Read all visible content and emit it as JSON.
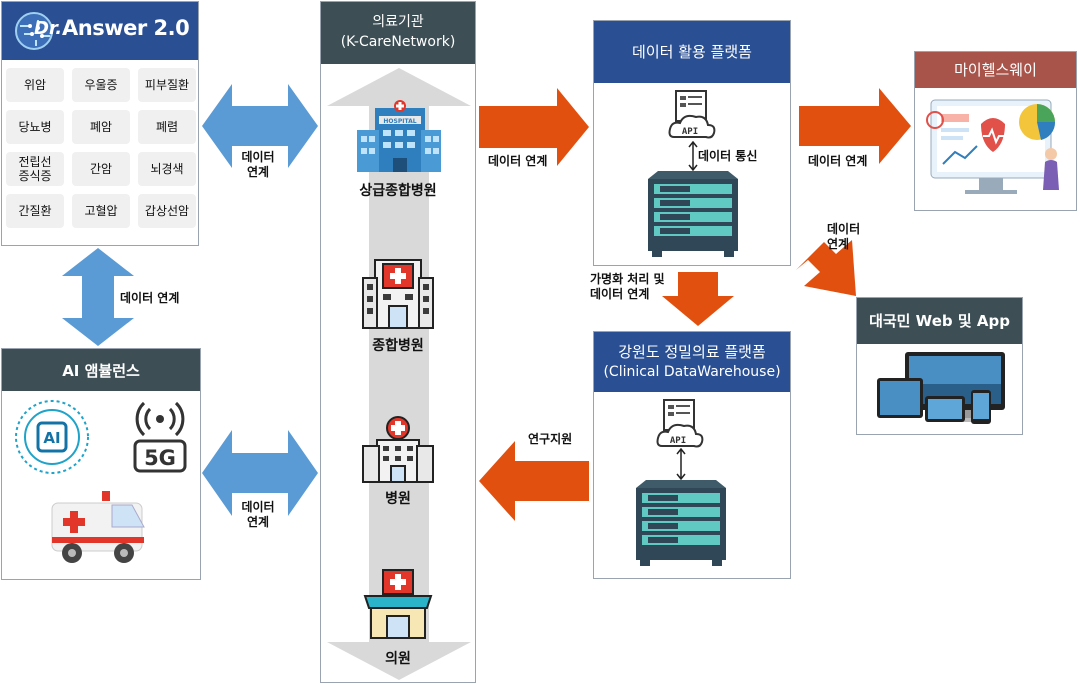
{
  "dr_answer": {
    "logo_prefix": "Dr.",
    "logo_name": "Answer 2.0",
    "diseases": [
      [
        "위암",
        "우울증",
        "피부질환"
      ],
      [
        "당뇨병",
        "폐암",
        "폐렴"
      ],
      [
        "전립선\n증식증",
        "간암",
        "뇌경색"
      ],
      [
        "간질환",
        "고혈압",
        "갑상선암"
      ]
    ]
  },
  "ai_ambulance": {
    "title": "AI 앰뷸런스",
    "badge_5g": "5G",
    "ai_chip": "AI"
  },
  "institutions": {
    "title_line1": "의료기관",
    "title_line2": "(K-CareNetwork)",
    "items": [
      "상급종합병원",
      "종합병원",
      "병원",
      "의원"
    ],
    "hospital_sign": "HOSPITAL"
  },
  "platforms": {
    "data_platform": {
      "title": "데이터 활용 플랫폼",
      "api": "API",
      "comm_label": "데이터 통신"
    },
    "cdw_platform": {
      "title_line1": "강원도 정밀의료 플랫폼",
      "title_line2": "(Clinical DataWarehouse)",
      "api": "API"
    },
    "my_health": {
      "title": "마이헬스웨이"
    },
    "public_web": {
      "title": "대국민 Web 및 App"
    }
  },
  "connections": {
    "dr_to_inst_line1": "데이터",
    "dr_to_inst_line2": "연계",
    "dr_to_ai": "데이터 연계",
    "ai_to_inst_line1": "데이터",
    "ai_to_inst_line2": "연계",
    "inst_to_data": "데이터 연계",
    "data_to_myhealth": "데이터 연계",
    "data_to_public_line1": "데이터",
    "data_to_public_line2": "연계",
    "data_to_cdw_line1": "가명화 처리 및",
    "data_to_cdw_line2": "데이터 연계",
    "cdw_to_inst": "연구지원"
  },
  "colors": {
    "navy": "#2a4f93",
    "slate": "#3d4f55",
    "blue_arrow": "#5b9bd5",
    "orange_arrow": "#e2500f",
    "grey_arrow": "#d9d9d9"
  }
}
